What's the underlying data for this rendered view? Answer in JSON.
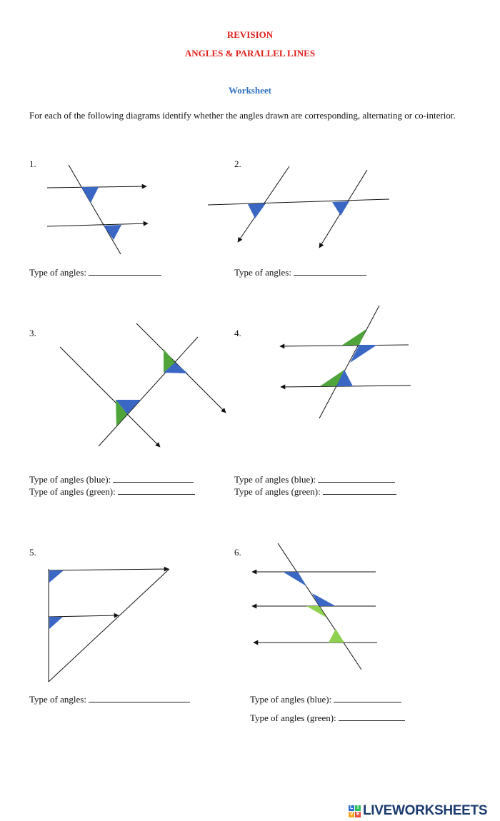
{
  "header": {
    "revision": "REVISION",
    "subtitle": "ANGLES & PARALLEL LINES",
    "worksheet": "Worksheet"
  },
  "instructions": "For each of the following diagrams identify whether the angles drawn are corresponding, alternating or co-interior.",
  "questions": [
    {
      "number": "1.",
      "labels": [
        "Type of angles:"
      ]
    },
    {
      "number": "2.",
      "labels": [
        "Type of angles:"
      ]
    },
    {
      "number": "3.",
      "labels": [
        "Type of angles (blue):",
        "Type of angles (green):"
      ]
    },
    {
      "number": "4.",
      "labels": [
        "Type of angles (blue):",
        "Type of angles (green):"
      ]
    },
    {
      "number": "5.",
      "labels": [
        "Type of angles:"
      ]
    },
    {
      "number": "6.",
      "labels": [
        "Type of angles (blue):",
        "Type of angles (green):"
      ]
    }
  ],
  "logo": {
    "text": "LIVEWORKSHEETS",
    "letters": [
      "L",
      "I",
      "V",
      "E"
    ]
  },
  "colors": {
    "title_red": "#e0201c",
    "worksheet_blue": "#2d72c4",
    "angle_blue": "#3a66c4",
    "angle_green": "#4fa53a",
    "angle_light_green": "#8ed14f",
    "logo_navy": "#1b3b6f",
    "logo_blue": "#2f6fd0",
    "logo_green": "#2fbf5f",
    "logo_orange": "#f5a623",
    "logo_red": "#e84b3c"
  }
}
